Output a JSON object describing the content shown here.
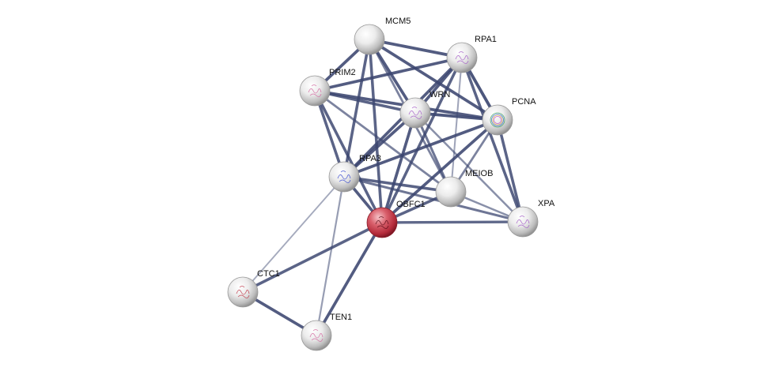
{
  "nodes": [
    {
      "id": "MCM5",
      "label": "MCM5",
      "query": false,
      "structure": "none"
    },
    {
      "id": "RPA1",
      "label": "RPA1",
      "query": false,
      "structure": "purple"
    },
    {
      "id": "PRIM2",
      "label": "PRIM2",
      "query": false,
      "structure": "pink"
    },
    {
      "id": "WRN",
      "label": "WRN",
      "query": false,
      "structure": "purple"
    },
    {
      "id": "PCNA",
      "label": "PCNA",
      "query": false,
      "structure": "rainbow"
    },
    {
      "id": "RPA3",
      "label": "RPA3",
      "query": false,
      "structure": "blue"
    },
    {
      "id": "MEIOB",
      "label": "MEIOB",
      "query": false,
      "structure": "none"
    },
    {
      "id": "OBFC1",
      "label": "OBFC1",
      "query": true,
      "structure": "red"
    },
    {
      "id": "XPA",
      "label": "XPA",
      "query": false,
      "structure": "purple"
    },
    {
      "id": "CTC1",
      "label": "CTC1",
      "query": false,
      "structure": "red"
    },
    {
      "id": "TEN1",
      "label": "TEN1",
      "query": false,
      "structure": "pink"
    }
  ],
  "edges": [
    {
      "source": "MCM5",
      "target": "RPA1",
      "strength": 0.9
    },
    {
      "source": "MCM5",
      "target": "PRIM2",
      "strength": 0.9
    },
    {
      "source": "MCM5",
      "target": "WRN",
      "strength": 0.9
    },
    {
      "source": "MCM5",
      "target": "PCNA",
      "strength": 0.9
    },
    {
      "source": "MCM5",
      "target": "RPA3",
      "strength": 0.85
    },
    {
      "source": "MCM5",
      "target": "OBFC1",
      "strength": 0.85
    },
    {
      "source": "MCM5",
      "target": "MEIOB",
      "strength": 0.6
    },
    {
      "source": "RPA1",
      "target": "PRIM2",
      "strength": 0.9
    },
    {
      "source": "RPA1",
      "target": "WRN",
      "strength": 0.9
    },
    {
      "source": "RPA1",
      "target": "PCNA",
      "strength": 0.95
    },
    {
      "source": "RPA1",
      "target": "RPA3",
      "strength": 0.9
    },
    {
      "source": "RPA1",
      "target": "OBFC1",
      "strength": 0.85
    },
    {
      "source": "RPA1",
      "target": "MEIOB",
      "strength": 0.35
    },
    {
      "source": "RPA1",
      "target": "XPA",
      "strength": 0.85
    },
    {
      "source": "PRIM2",
      "target": "WRN",
      "strength": 0.85
    },
    {
      "source": "PRIM2",
      "target": "PCNA",
      "strength": 0.9
    },
    {
      "source": "PRIM2",
      "target": "RPA3",
      "strength": 0.85
    },
    {
      "source": "PRIM2",
      "target": "OBFC1",
      "strength": 0.85
    },
    {
      "source": "PRIM2",
      "target": "MEIOB",
      "strength": 0.6
    },
    {
      "source": "WRN",
      "target": "PCNA",
      "strength": 0.95
    },
    {
      "source": "WRN",
      "target": "RPA3",
      "strength": 0.9
    },
    {
      "source": "WRN",
      "target": "OBFC1",
      "strength": 0.9
    },
    {
      "source": "WRN",
      "target": "MEIOB",
      "strength": 0.7
    },
    {
      "source": "WRN",
      "target": "XPA",
      "strength": 0.5
    },
    {
      "source": "PCNA",
      "target": "RPA3",
      "strength": 0.9
    },
    {
      "source": "PCNA",
      "target": "OBFC1",
      "strength": 0.9
    },
    {
      "source": "PCNA",
      "target": "MEIOB",
      "strength": 0.6
    },
    {
      "source": "PCNA",
      "target": "XPA",
      "strength": 0.85
    },
    {
      "source": "RPA3",
      "target": "OBFC1",
      "strength": 0.9
    },
    {
      "source": "RPA3",
      "target": "MEIOB",
      "strength": 0.85
    },
    {
      "source": "RPA3",
      "target": "XPA",
      "strength": 0.7
    },
    {
      "source": "RPA3",
      "target": "CTC1",
      "strength": 0.3
    },
    {
      "source": "RPA3",
      "target": "TEN1",
      "strength": 0.4
    },
    {
      "source": "MEIOB",
      "target": "OBFC1",
      "strength": 0.85
    },
    {
      "source": "MEIOB",
      "target": "XPA",
      "strength": 0.5
    },
    {
      "source": "OBFC1",
      "target": "XPA",
      "strength": 0.8
    },
    {
      "source": "OBFC1",
      "target": "CTC1",
      "strength": 0.85
    },
    {
      "source": "OBFC1",
      "target": "TEN1",
      "strength": 0.9
    },
    {
      "source": "CTC1",
      "target": "TEN1",
      "strength": 0.9
    }
  ],
  "colors": {
    "edge": "#3b4670",
    "node_default": "#e4e4e4",
    "node_query": "#c0394a",
    "label": "#111111"
  }
}
